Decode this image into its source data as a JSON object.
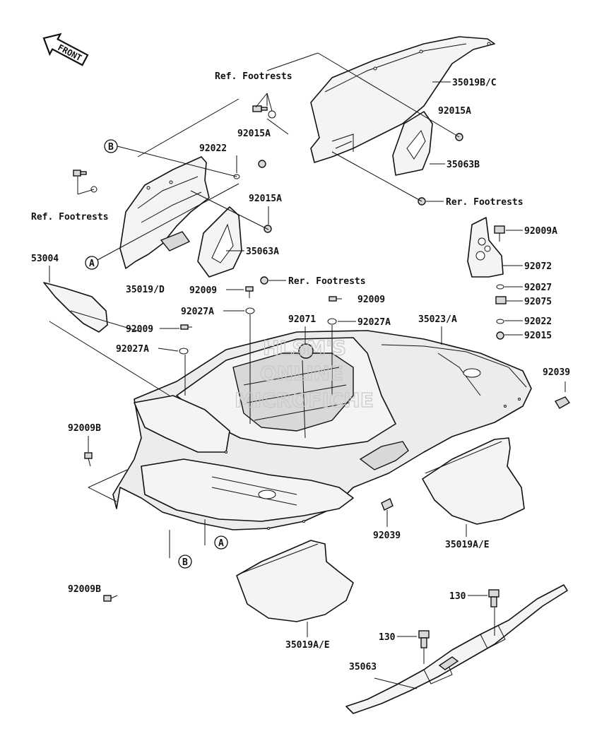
{
  "front_label": "FRONT",
  "watermark": [
    "HLSM'S",
    "ONLINE",
    "MICROFICHE"
  ],
  "callouts": {
    "A": "A",
    "B": "B"
  },
  "parts": {
    "p35019bc": "35019B/C",
    "p92015a_1": "92015A",
    "p35063b": "35063B",
    "rer_footrests_1": "Rer. Footrests",
    "ref_footrests_1": "Ref. Footrests",
    "p92015a_2": "92015A",
    "p92022_1": "92022",
    "ref_footrests_2": "Ref. Footrests",
    "p92015a_3": "92015A",
    "p35063a": "35063A",
    "rer_footrests_2": "Rer. Footrests",
    "p53004": "53004",
    "p35019d": "35019/D",
    "p92009_1": "92009",
    "p92009a": "92009A",
    "p92072": "92072",
    "p92027": "92027",
    "p92075": "92075",
    "p92022_2": "92022",
    "p92015": "92015",
    "p92027a_1": "92027A",
    "p92071": "92071",
    "p92009_2": "92009",
    "p92027a_2": "92027A",
    "p35023a": "35023/A",
    "p92009_3": "92009",
    "p92027a_3": "92027A",
    "p92039_1": "92039",
    "p92009b_1": "92009B",
    "p92039_2": "92039",
    "p35019ae_1": "35019A/E",
    "p92009b_2": "92009B",
    "p35019ae_2": "35019A/E",
    "p130_1": "130",
    "p130_2": "130",
    "p35063": "35063"
  }
}
